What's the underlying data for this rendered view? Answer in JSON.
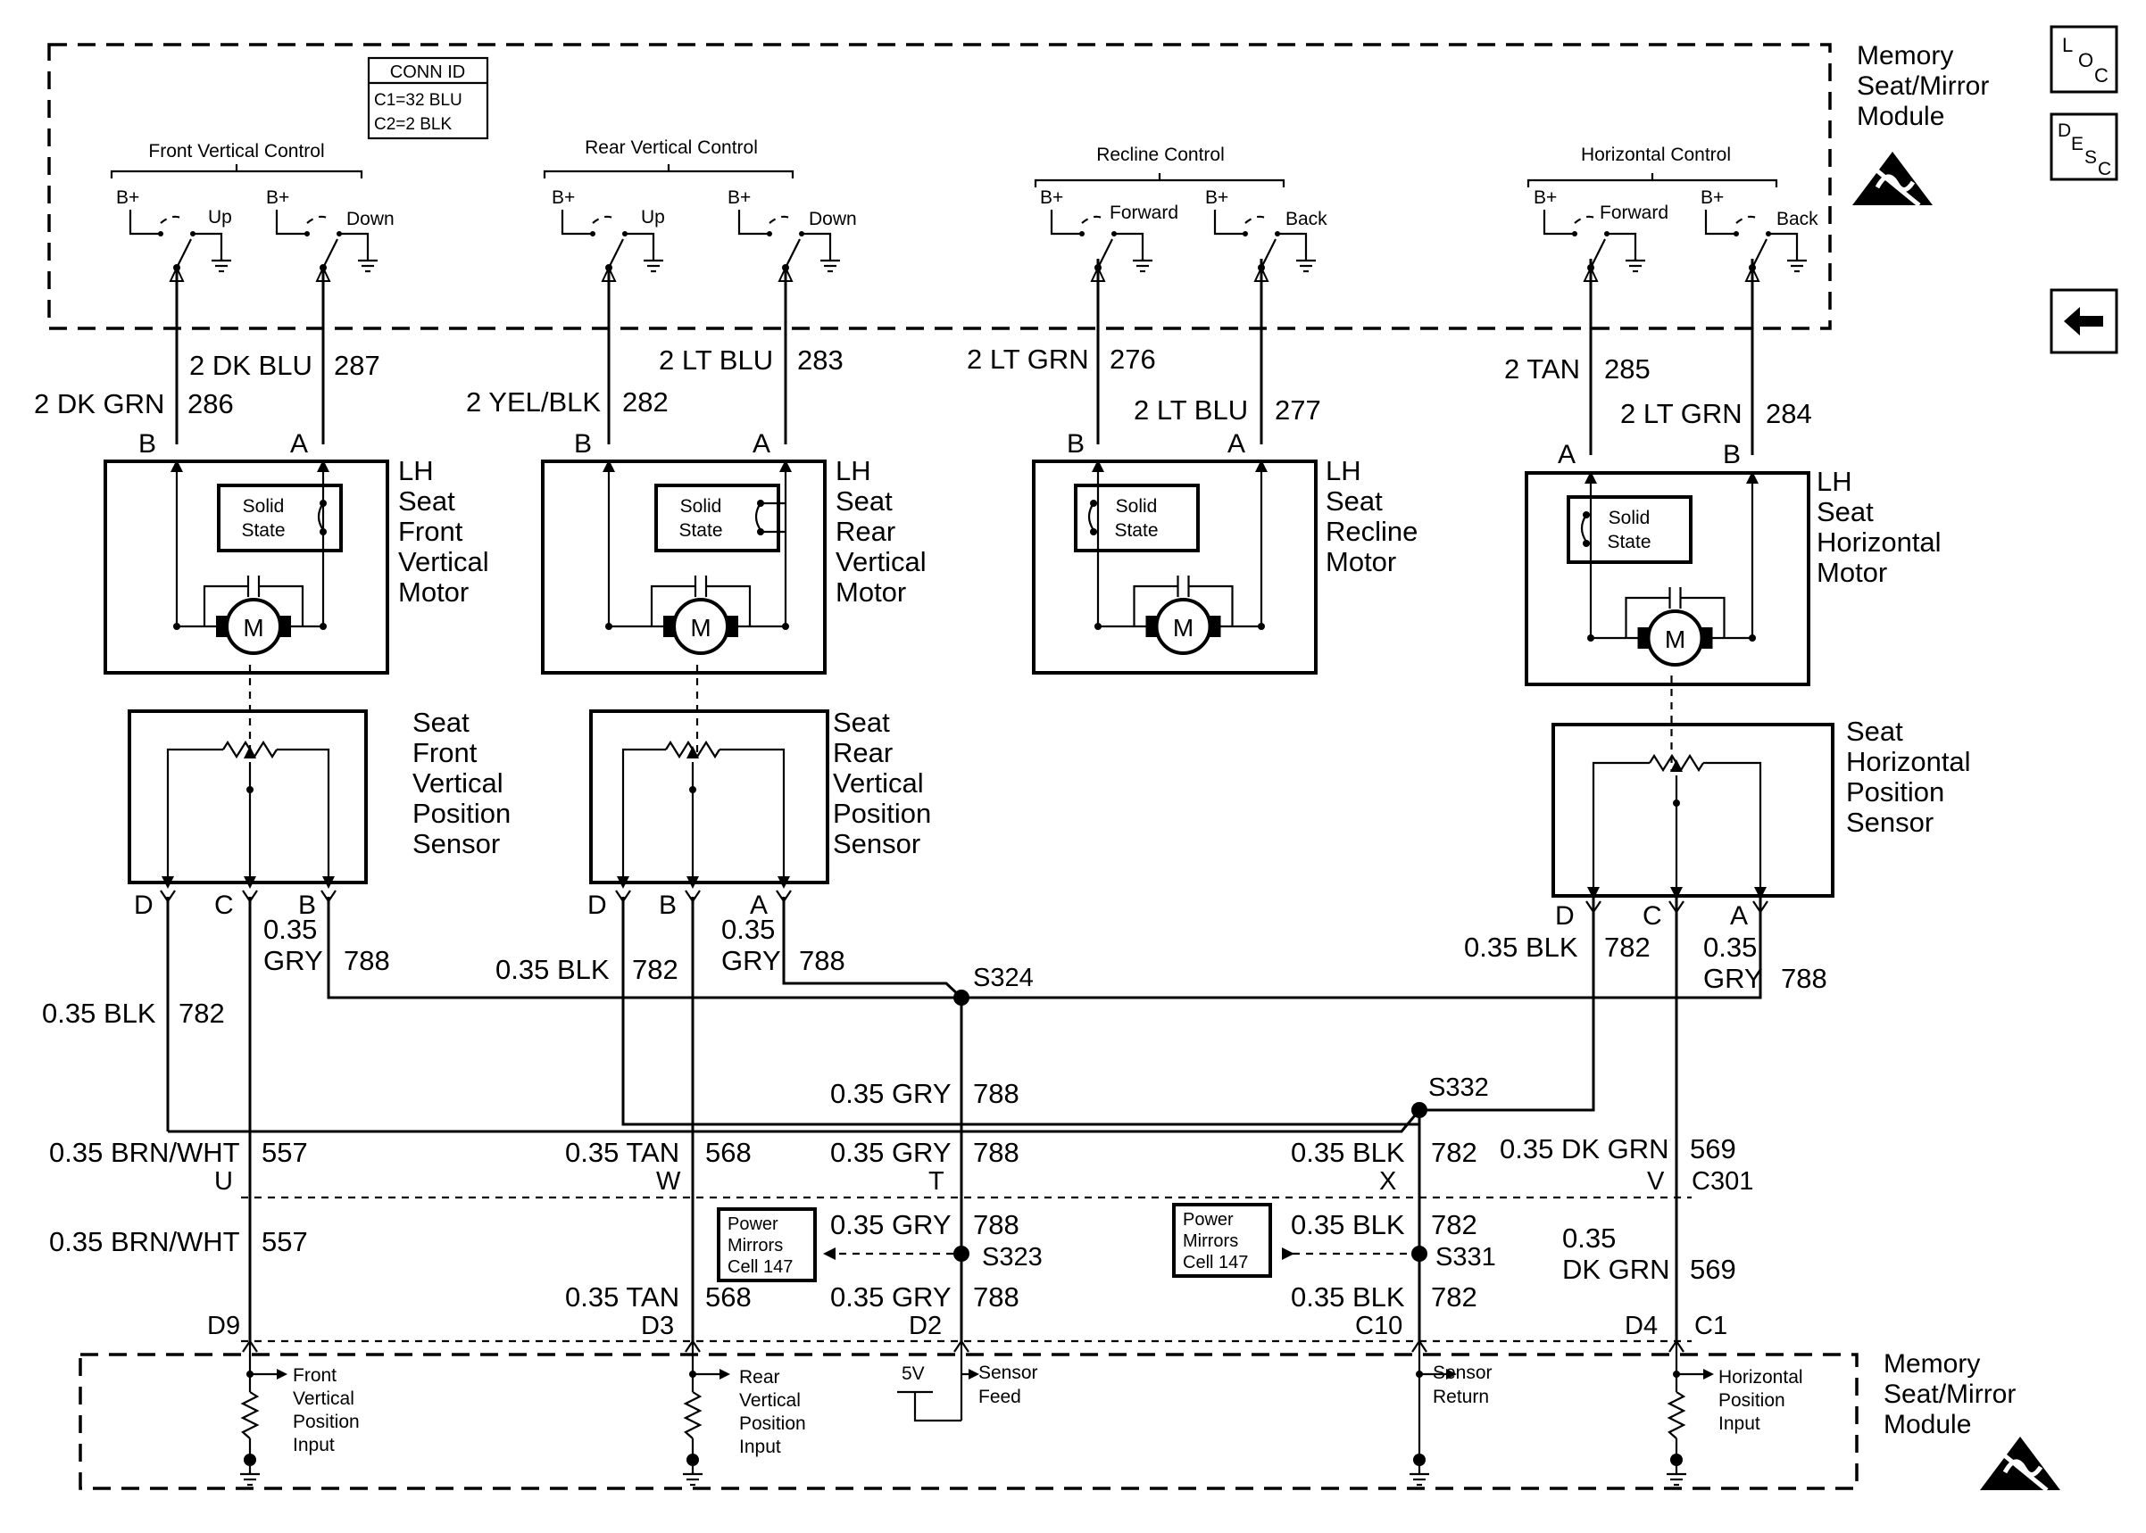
{
  "conn_id": {
    "header": "CONN ID",
    "c1": "C1=32 BLU",
    "c2": "C2=2 BLK"
  },
  "module_label": [
    "Memory",
    "Seat/Mirror",
    "Module"
  ],
  "side_buttons": {
    "loc": [
      "L",
      "O",
      "C"
    ],
    "desc": [
      "D",
      "E",
      "S",
      "C"
    ]
  },
  "controls": {
    "front_vertical": {
      "title": "Front Vertical Control",
      "a": "Up",
      "b": "Down"
    },
    "rear_vertical": {
      "title": "Rear Vertical Control",
      "a": "Up",
      "b": "Down"
    },
    "recline": {
      "title": "Recline Control",
      "a": "Forward",
      "b": "Back"
    },
    "horizontal": {
      "title": "Horizontal Control",
      "a": "Forward",
      "b": "Back"
    },
    "bplus": "B+"
  },
  "wires_top": {
    "w287": {
      "color": "2 DK BLU",
      "num": "287"
    },
    "w286": {
      "color": "2 DK GRN",
      "num": "286"
    },
    "w283": {
      "color": "2 LT BLU",
      "num": "283"
    },
    "w282": {
      "color": "2 YEL/BLK",
      "num": "282"
    },
    "w276": {
      "color": "2 LT GRN",
      "num": "276"
    },
    "w277": {
      "color": "2 LT BLU",
      "num": "277"
    },
    "w285": {
      "color": "2 TAN",
      "num": "285"
    },
    "w284": {
      "color": "2 LT GRN",
      "num": "284"
    }
  },
  "motors": {
    "front": [
      "LH",
      "Seat",
      "Front",
      "Vertical",
      "Motor"
    ],
    "rear": [
      "LH",
      "Seat",
      "Rear",
      "Vertical",
      "Motor"
    ],
    "recline": [
      "LH",
      "Seat",
      "Recline",
      "Motor"
    ],
    "horizontal": [
      "LH",
      "Seat",
      "Horizontal",
      "Motor"
    ],
    "solid_state": [
      "Solid",
      "State"
    ],
    "m": "M"
  },
  "sensors": {
    "front": [
      "Seat",
      "Front",
      "Vertical",
      "Position",
      "Sensor"
    ],
    "rear": [
      "Seat",
      "Rear",
      "Vertical",
      "Position",
      "Sensor"
    ],
    "horizontal": [
      "Seat",
      "Horizontal",
      "Position",
      "Sensor"
    ]
  },
  "pins": {
    "a": "A",
    "b": "B",
    "c": "C",
    "d": "D"
  },
  "wires_low": {
    "blk782": "0.35 BLK",
    "n782": "782",
    "gry788": "0.35 GRY",
    "n788": "788",
    "gry_035": "0.35",
    "gry_word": "GRY",
    "brnwht": "0.35 BRN/WHT",
    "n557": "557",
    "tan": "0.35 TAN",
    "n568": "568",
    "dkgrn": "0.35 DK GRN",
    "dkgrn_word": "DK GRN",
    "n569": "569"
  },
  "splices": {
    "s324": "S324",
    "s332": "S332",
    "s323": "S323",
    "s331": "S331"
  },
  "c301_pins": {
    "u": "U",
    "w": "W",
    "t": "T",
    "x": "X",
    "v": "V",
    "conn": "C301"
  },
  "power_mirrors": [
    "Power",
    "Mirrors",
    "Cell 147"
  ],
  "module_pins": {
    "d9": "D9",
    "d3": "D3",
    "d2": "D2",
    "c10": "C10",
    "d4": "D4",
    "c1": "C1"
  },
  "inputs": {
    "front": [
      "Front",
      "Vertical",
      "Position",
      "Input"
    ],
    "rear": [
      "Rear",
      "Vertical",
      "Position",
      "Input"
    ],
    "feed": [
      "Sensor",
      "Feed"
    ],
    "five_v": "5V",
    "ret": [
      "Sensor",
      "Return"
    ],
    "horizontal": [
      "Horizontal",
      "Position",
      "Input"
    ]
  }
}
